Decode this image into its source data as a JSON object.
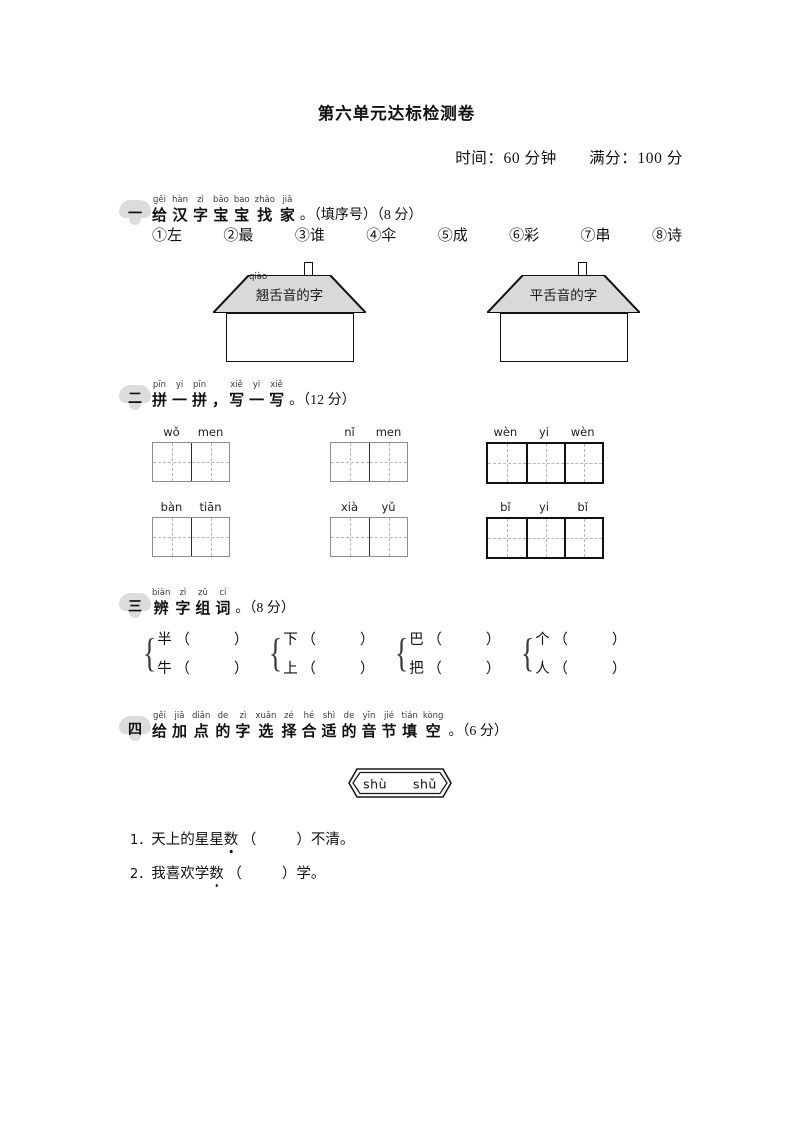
{
  "document": {
    "title": "第六单元达标检测卷",
    "meta": "时间：60 分钟　　满分：100 分"
  },
  "sections": [
    {
      "marker": "一",
      "pinyin_title": [
        {
          "py": "gěi",
          "hz": "给"
        },
        {
          "py": "hàn",
          "hz": "汉"
        },
        {
          "py": "zì",
          "hz": "字"
        },
        {
          "py": "bǎo",
          "hz": "宝"
        },
        {
          "py": "bao",
          "hz": "宝"
        },
        {
          "py": "zhǎo",
          "hz": "找"
        },
        {
          "py": "jiā",
          "hz": "家"
        }
      ],
      "tail": "。（填序号）（8 分）",
      "options": [
        "①左",
        "②最",
        "③谁",
        "④伞",
        "⑤成",
        "⑥彩",
        "⑦串",
        "⑧诗"
      ],
      "houses": [
        {
          "label": "翘舌音的字",
          "pinyin_above": "qiào",
          "has_pinyin": true
        },
        {
          "label": "平舌音的字",
          "pinyin_above": "",
          "has_pinyin": false
        }
      ]
    },
    {
      "marker": "二",
      "pinyin_title": [
        {
          "py": "pīn",
          "hz": "拼"
        },
        {
          "py": "yi",
          "hz": "一"
        },
        {
          "py": "pīn",
          "hz": "拼"
        },
        {
          "py": "",
          "hz": "，"
        },
        {
          "py": "xiě",
          "hz": "写"
        },
        {
          "py": "yi",
          "hz": "一"
        },
        {
          "py": "xiě",
          "hz": "写"
        }
      ],
      "tail": "。（12 分）",
      "grids": [
        {
          "syllables": [
            "wǒ",
            "men"
          ],
          "cells": 2,
          "bold": false
        },
        {
          "syllables": [
            "nǐ",
            "men"
          ],
          "cells": 2,
          "bold": false
        },
        {
          "syllables": [
            "wèn",
            "yi",
            "wèn"
          ],
          "cells": 3,
          "bold": true
        },
        {
          "syllables": [
            "bàn",
            "tiān"
          ],
          "cells": 2,
          "bold": false
        },
        {
          "syllables": [
            "xià",
            "yǔ"
          ],
          "cells": 2,
          "bold": false
        },
        {
          "syllables": [
            "bǐ",
            "yi",
            "bǐ"
          ],
          "cells": 3,
          "bold": true
        }
      ]
    },
    {
      "marker": "三",
      "pinyin_title": [
        {
          "py": "biàn",
          "hz": "辨"
        },
        {
          "py": "zì",
          "hz": "字"
        },
        {
          "py": "zǔ",
          "hz": "组"
        },
        {
          "py": "cí",
          "hz": "词"
        }
      ],
      "tail": "。（8 分）",
      "brace_groups": [
        {
          "top": "半",
          "bottom": "牛"
        },
        {
          "top": "下",
          "bottom": "上"
        },
        {
          "top": "巴",
          "bottom": "把"
        },
        {
          "top": "个",
          "bottom": "人"
        }
      ]
    },
    {
      "marker": "四",
      "pinyin_title": [
        {
          "py": "gěi",
          "hz": "给"
        },
        {
          "py": "jiā",
          "hz": "加"
        },
        {
          "py": "diǎn",
          "hz": "点"
        },
        {
          "py": "de",
          "hz": "的"
        },
        {
          "py": "zì",
          "hz": "字"
        },
        {
          "py": "xuǎn",
          "hz": "选"
        },
        {
          "py": "zé",
          "hz": "择"
        },
        {
          "py": "hé",
          "hz": "合"
        },
        {
          "py": "shì",
          "hz": "适"
        },
        {
          "py": "de",
          "hz": "的"
        },
        {
          "py": "yīn",
          "hz": "音"
        },
        {
          "py": "jié",
          "hz": "节"
        },
        {
          "py": "tián",
          "hz": "填"
        },
        {
          "py": "kòng",
          "hz": "空"
        }
      ],
      "tail": "。（6 分）",
      "choice_box": "shù　　shǔ",
      "sentences": [
        {
          "index": "1．",
          "before": "天上的星星",
          "dotted": "数",
          "after": "（",
          "blank_after": "）不清。"
        },
        {
          "index": "2．",
          "before": "我喜欢学",
          "dotted": "数",
          "after": "（",
          "blank_after": "）学。"
        }
      ]
    }
  ],
  "colors": {
    "roof_fill": "#d9d9d9",
    "marker_fill": "#dcdcdc",
    "ink": "#111111",
    "grid_border": "#8d8d8d"
  }
}
